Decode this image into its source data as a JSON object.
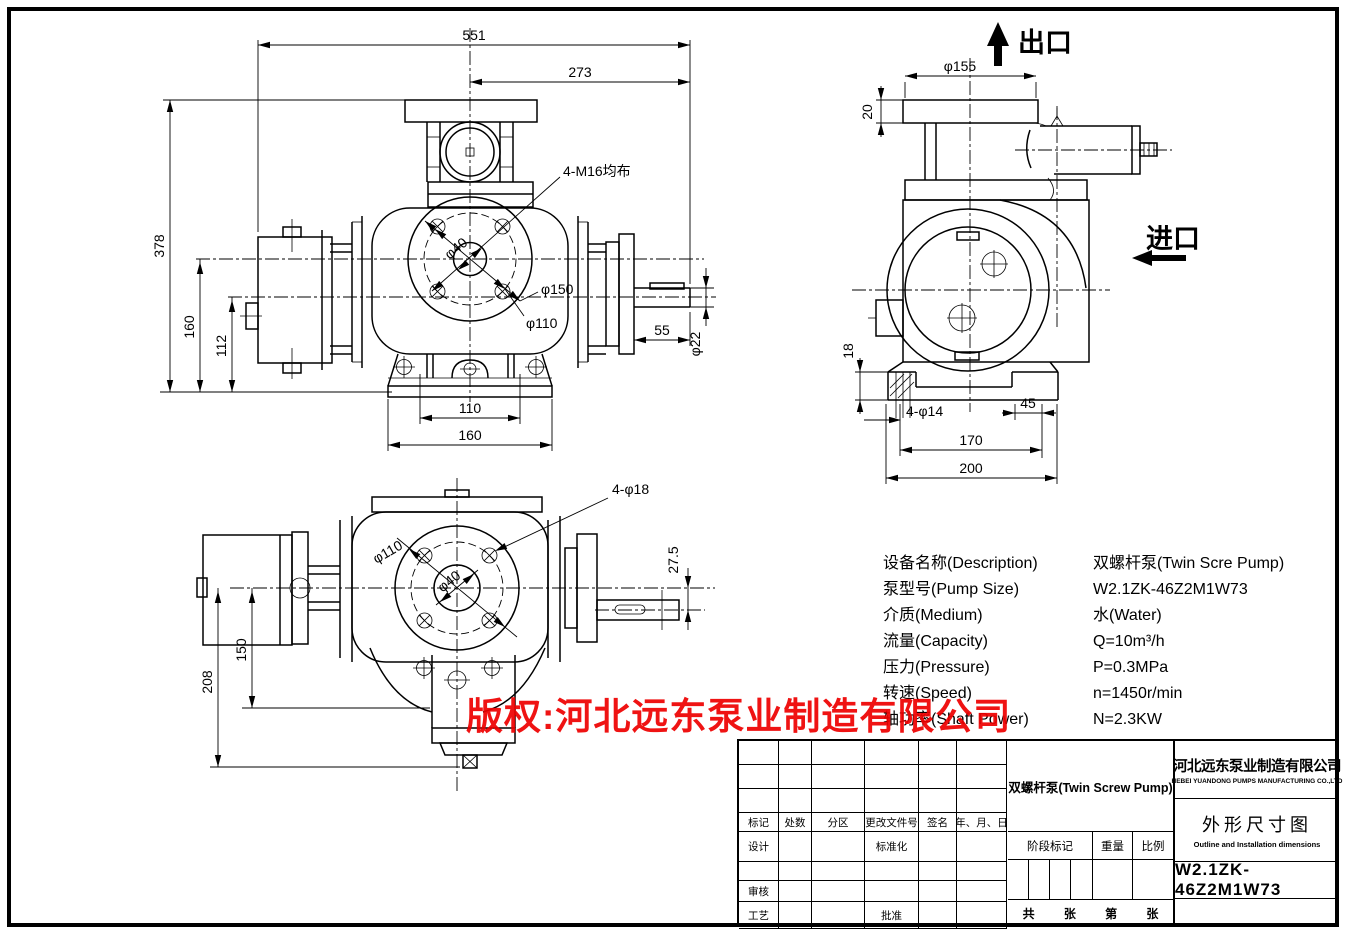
{
  "watermark": {
    "text": "版权:河北远东泵业制造有限公司",
    "color": "#ee0000"
  },
  "dims": {
    "v1_total_width": "551",
    "v1_273": "273",
    "v1_height": "378",
    "v1_160": "160",
    "v1_112": "112",
    "v1_bolt_note": "4-M16均布",
    "v1_d40": "φ40",
    "v1_d150": "φ150",
    "v1_d110": "φ110",
    "v1_55": "55",
    "v1_d22": "φ22",
    "v1_foot_110": "110",
    "v1_foot_160": "160",
    "v2_outlet": "出口",
    "v2_inlet": "进口",
    "v2_d155": "φ155",
    "v2_20": "20",
    "v2_18": "18",
    "v2_holes": "4-φ14",
    "v2_45": "45",
    "v2_170": "170",
    "v2_200": "200",
    "v3_holes": "4-φ18",
    "v3_d110": "φ110",
    "v3_d40": "φ40",
    "v3_275": "27.5",
    "v3_150": "150",
    "v3_208": "208"
  },
  "spec": {
    "rows": [
      {
        "label": "设备名称(Description)",
        "value": "双螺杆泵(Twin Scre Pump)"
      },
      {
        "label": "泵型号(Pump Size)",
        "value": "W2.1ZK-46Z2M1W73"
      },
      {
        "label": "介质(Medium)",
        "value": "水(Water)"
      },
      {
        "label": "流量(Capacity)",
        "value": "Q=10m³/h"
      },
      {
        "label": "压力(Pressure)",
        "value": "P=0.3MPa"
      },
      {
        "label": "转速(Speed)",
        "value": "n=1450r/min"
      },
      {
        "label": "轴功率(Shaft Power)",
        "value": "N=2.3KW"
      }
    ]
  },
  "title_block": {
    "revision_header": [
      "标记",
      "处数",
      "分区",
      "更改文件号",
      "签名",
      "年、月、日"
    ],
    "design_label": "设计",
    "standardization_label": "标准化",
    "audit_label": "审核",
    "process_label": "工艺",
    "approve_label": "批准",
    "product_name": "双螺杆泵(Twin Screw Pump)",
    "stage_mark": "阶段标记",
    "weight": "重量",
    "scale": "比例",
    "sheet_total": "共",
    "sheet_zhang1": "张",
    "sheet_no": "第",
    "sheet_zhang2": "张",
    "company_cn": "河北远东泵业制造有限公司",
    "company_en": "HEBEI YUANDONG PUMPS MANUFACTURING CO.,LTD",
    "drawing_title_cn": "外形尺寸图",
    "drawing_title_en": "Outline and Installation dimensions",
    "model": "W2.1ZK-46Z2M1W73"
  }
}
